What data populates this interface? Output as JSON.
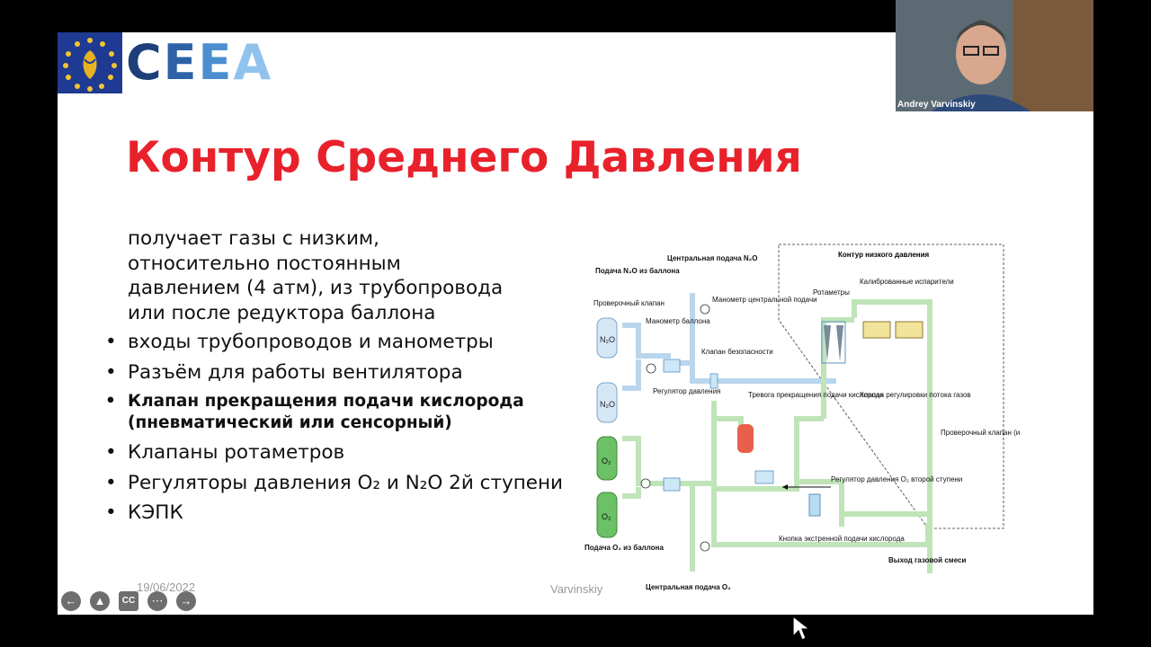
{
  "logo": {
    "text": "CEEA"
  },
  "slide": {
    "title": "Контур Среднего Давления",
    "intro": [
      "получает газы с низким,",
      "относительно постоянным",
      "давлением (4 атм), из трубопровода",
      "или после редуктора баллона"
    ],
    "bullets": [
      "входы трубопроводов и манометры",
      "Разъём для работы вентилятора",
      "Клапан прекращения подачи кислорода (пневматический или сенсорный)",
      "Клапаны ротаметров",
      "Регуляторы давления O₂ и N₂O 2й ступени",
      "КЭПК"
    ],
    "footer_date": "19/06/2022",
    "footer_author": "Varvinskiy"
  },
  "diagram": {
    "n2o_cyl_label": "Подача N₂O из баллона",
    "n2o_central": "Центральная подача N₂O",
    "low_pressure": "Контур низкого давления",
    "check_valve": "Проверочный клапан",
    "cyl_gauge": "Манометр баллона",
    "central_gauge": "Манометр центральной подачи",
    "safety_valve": "Клапан безопасности",
    "rotameters": "Ротаметры",
    "vaporizers": "Калиброванные испарители",
    "regulator": "Регулятор давления",
    "flow_valve": "Клапан регулировки потока газов",
    "alarm": "Тревога прекращения подачи кислорода",
    "check_valve2": "Проверочный клапан (или внутренний к испарителю)",
    "o2_regulator": "Регулятор давления O₂ второй ступени",
    "flush": "Кнопка экстренной подачи кислорода",
    "o2_cyl_label": "Подача O₂ из баллона",
    "o2_central": "Центральная подача O₂",
    "outlet": "Выход газовой смеси",
    "n2o_cyl": "N₂O",
    "o2_cyl": "O₂"
  },
  "webcam": {
    "name": "Andrey Varvinskiy"
  }
}
